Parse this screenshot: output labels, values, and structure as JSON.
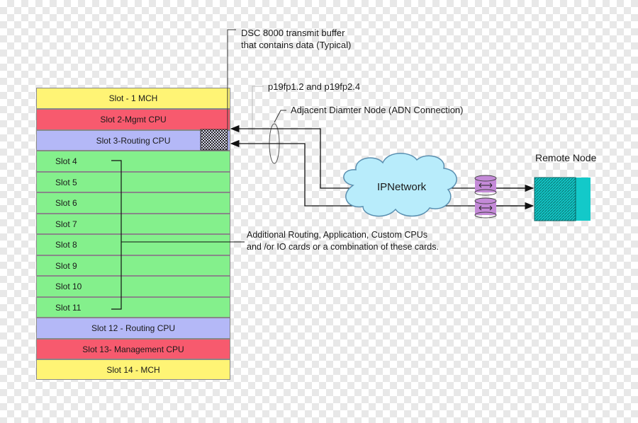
{
  "slots": [
    {
      "label": "Slot - 1 MCH",
      "color": "#fff475",
      "align": "center"
    },
    {
      "label": "Slot 2-Mgmt CPU",
      "color": "#f75a6e",
      "align": "center"
    },
    {
      "label": "Slot 3-Routing CPU",
      "color": "#b4b8f7",
      "align": "center"
    },
    {
      "label": "Slot 4",
      "color": "#84f08c",
      "align": "left"
    },
    {
      "label": "Slot 5",
      "color": "#84f08c",
      "align": "left"
    },
    {
      "label": "Slot 6",
      "color": "#84f08c",
      "align": "left"
    },
    {
      "label": "Slot 7",
      "color": "#84f08c",
      "align": "left"
    },
    {
      "label": "Slot 8",
      "color": "#84f08c",
      "align": "left"
    },
    {
      "label": "Slot 9",
      "color": "#84f08c",
      "align": "left"
    },
    {
      "label": "Slot 10",
      "color": "#84f08c",
      "align": "left"
    },
    {
      "label": "Slot 11",
      "color": "#84f08c",
      "align": "left"
    },
    {
      "label": "Slot 12 - Routing CPU",
      "color": "#b4b8f7",
      "align": "center"
    },
    {
      "label": "Slot 13- Management CPU",
      "color": "#f75a6e",
      "align": "center"
    },
    {
      "label": "Slot 14 - MCH",
      "color": "#fff475",
      "align": "center"
    }
  ],
  "labels": {
    "buffer_line1": "DSC 8000 transmit buffer",
    "buffer_line2": "that contains data (Typical)",
    "ports": "p19fp1.2 and p19fp2.4",
    "adn": "Adjacent Diamter Node (ADN Connection)",
    "remote": "Remote Node",
    "cloud": "IPNetwork",
    "cards_line1": "Additional Routing, Application, Custom CPUs",
    "cards_line2": "and /or IO cards or a combination of these cards."
  },
  "colors": {
    "cloud_fill": "#b8ecfb",
    "cloud_stroke": "#5a8fb0",
    "remote_fill": "#13c9c9",
    "remote_pattern": "#0a7a7a",
    "cylinder_fill": "#c48ad8",
    "line": "#111111"
  },
  "icons": [
    "buffer-icon",
    "cloud-icon",
    "router-icon",
    "remote-node-icon",
    "cable-bundle-icon"
  ]
}
